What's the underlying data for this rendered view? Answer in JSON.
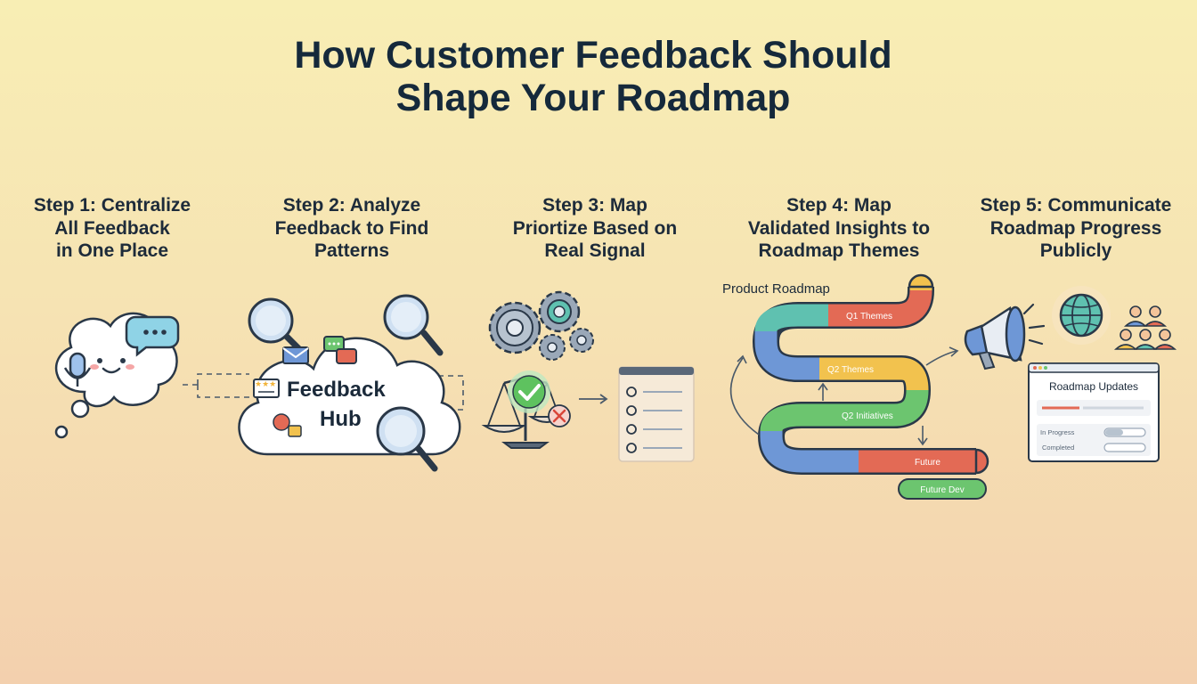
{
  "title": {
    "line1": "How Customer Feedback Should",
    "line2": "Shape Your Roadmap"
  },
  "steps": [
    {
      "lines": [
        "Step 1: Centralize",
        "All Feedback",
        "in One Place"
      ]
    },
    {
      "lines": [
        "Step 2: Analyze",
        "Feedback to Find",
        "Patterns"
      ]
    },
    {
      "lines": [
        "Step 3: Map",
        "Priortize Based on",
        "Real Signal"
      ]
    },
    {
      "lines": [
        "Step 4: Map",
        "Validated Insights to",
        "Roadmap Themes"
      ]
    },
    {
      "lines": [
        "Step 5: Communicate",
        "Roadmap Progress",
        "Publicly"
      ]
    }
  ],
  "hub": {
    "line1": "Feedback",
    "line2": "Hub"
  },
  "roadmap": {
    "title": "Product Roadmap",
    "q1": "Q1 Themes",
    "q2": "Q2 Themes",
    "q2_initiatives": "Q2 Initiatives",
    "future": "Future",
    "future_dev": "Future Dev"
  },
  "updates": {
    "title": "Roadmap Updates",
    "in_progress": "In Progress",
    "completed": "Completed"
  },
  "colors": {
    "teal": "#5fc1b0",
    "blue": "#6e97d6",
    "red": "#e36a55",
    "yellow": "#f2c24e",
    "green": "#6cc56f",
    "navy": "#1b2a3a"
  }
}
